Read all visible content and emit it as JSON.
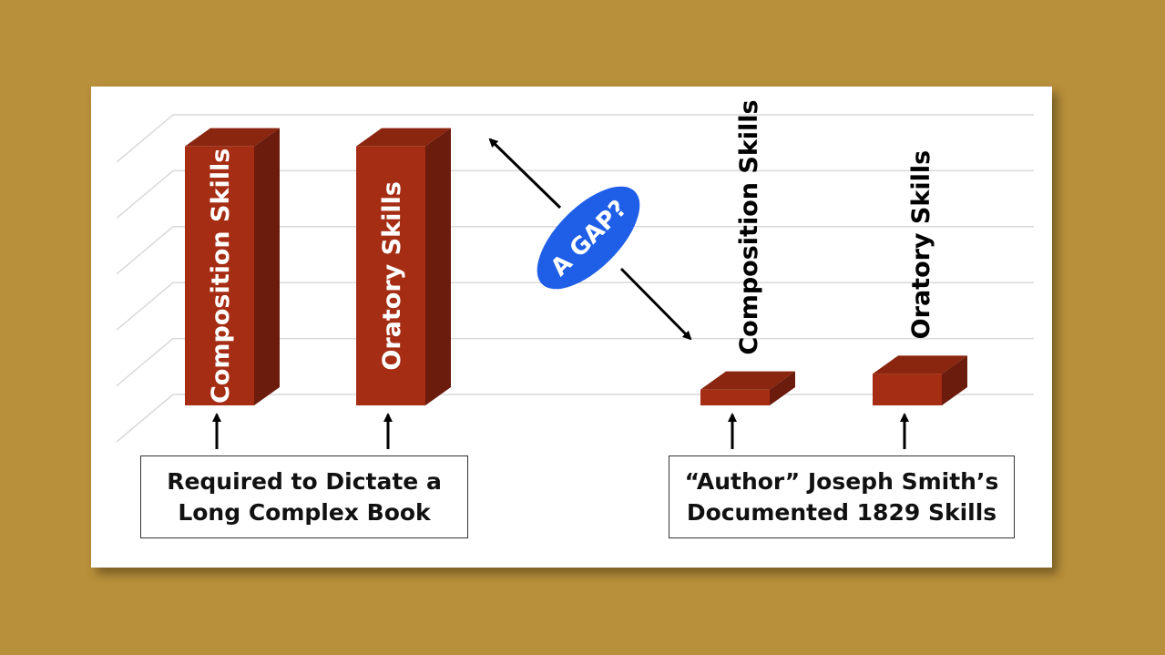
{
  "chart_data": {
    "type": "bar",
    "categories": [
      "Composition Skills",
      "Oratory Skills",
      "Composition Skills",
      "Oratory Skills"
    ],
    "values": [
      4.1,
      4.1,
      0.25,
      0.5
    ],
    "ylim": [
      0,
      4.6
    ],
    "grid": true,
    "annotation": "A GAP?",
    "groups": [
      {
        "label_lines": [
          "Required to Dictate a",
          "Long Complex Book"
        ],
        "bars": [
          0,
          1
        ]
      },
      {
        "label_lines": [
          "“Author” Joseph Smith’s",
          "Documented 1829 Skills"
        ],
        "bars": [
          2,
          3
        ]
      }
    ]
  },
  "colors": {
    "background": "#b88f3a",
    "bar_front": "#a52d14",
    "bar_side": "#6b1c0c",
    "bar_top": "#8a260f",
    "gap_ellipse": "#1f5fe8",
    "grid": "#d9d9d9"
  }
}
